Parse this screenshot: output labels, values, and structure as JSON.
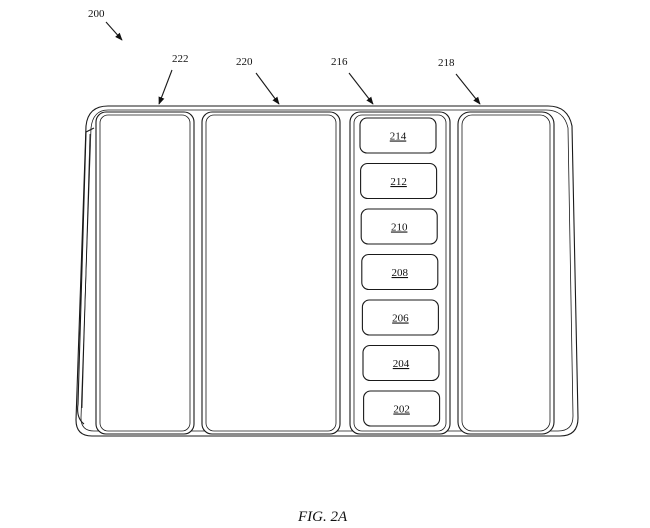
{
  "reference_numerals": {
    "device": "200",
    "panel_left": "222",
    "panel_center_left": "220",
    "panel_segmented": "216",
    "panel_right": "218"
  },
  "segments": [
    "214",
    "212",
    "210",
    "208",
    "206",
    "204",
    "202"
  ],
  "caption": "FIG. 2A"
}
